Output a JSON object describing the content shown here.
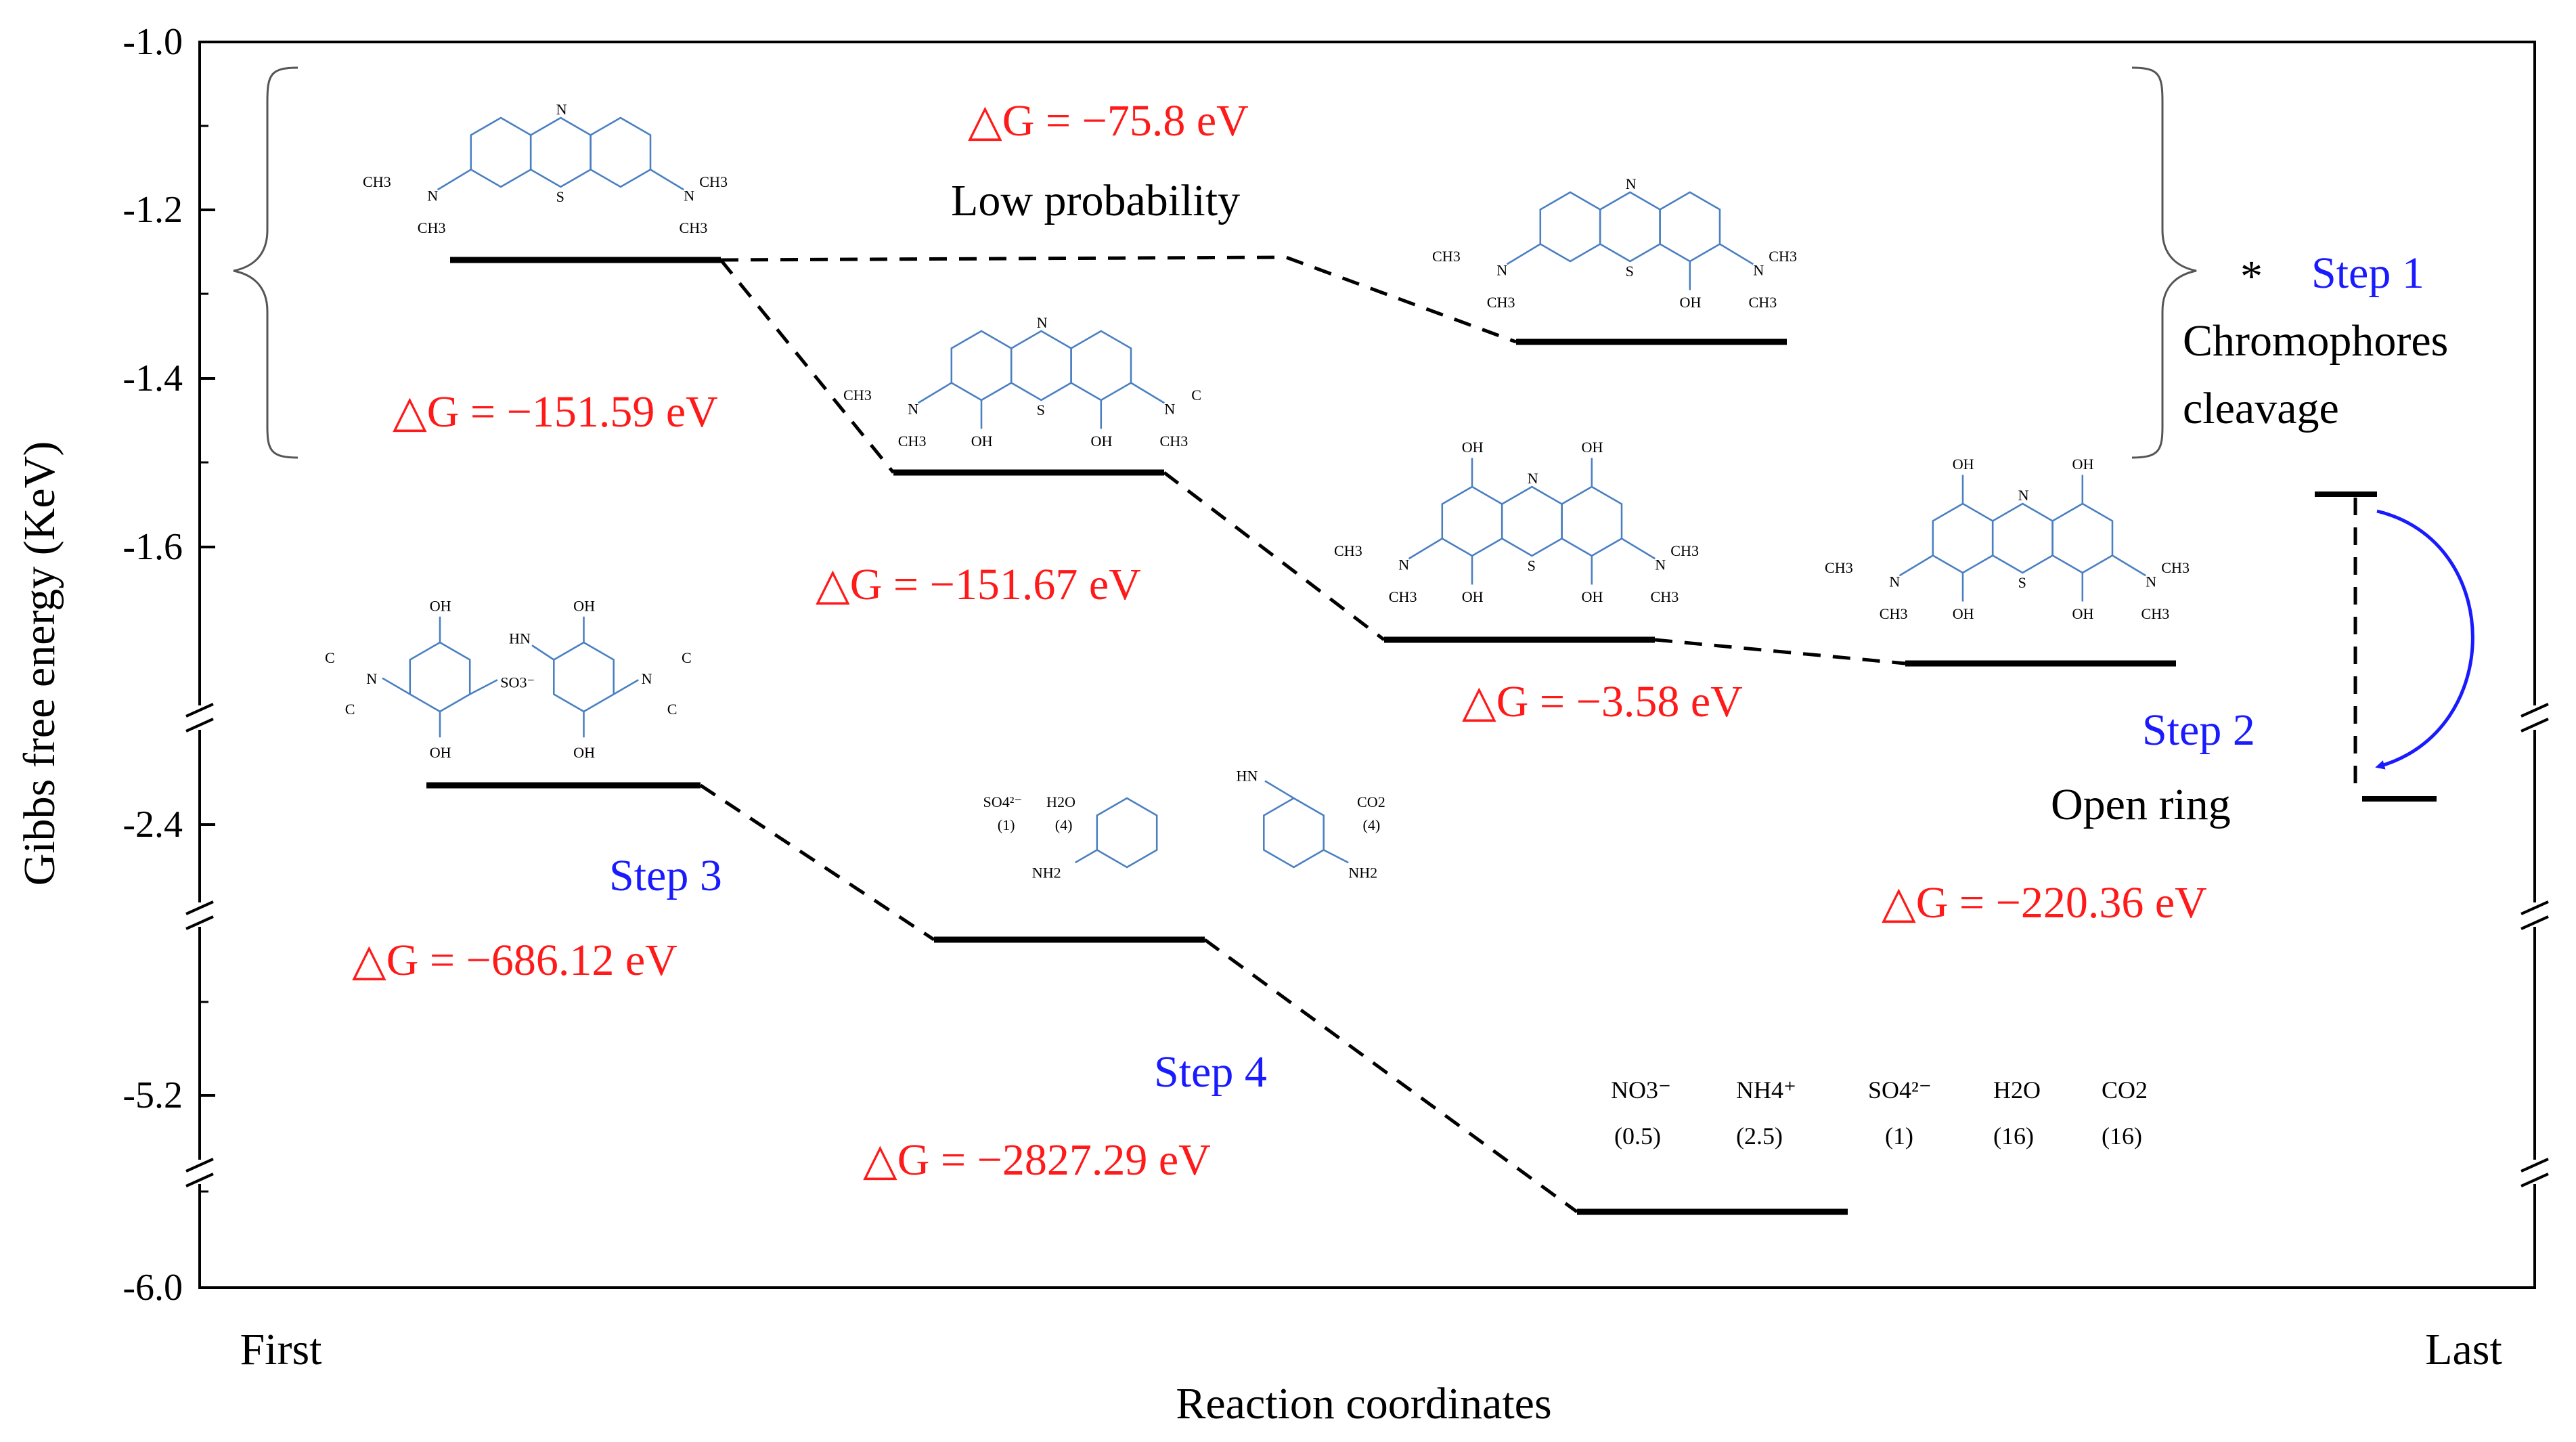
{
  "chart_data": {
    "type": "line",
    "ylabel": "Gibbs free energy (KeV)",
    "xlabel": "Reaction coordinates",
    "x_ticks": [
      "First",
      "Last"
    ],
    "y_ticks": [
      "-1.0",
      "-1.2",
      "-1.4",
      "-1.6",
      "-2.4",
      "-5.2",
      "-6.0"
    ],
    "y_axis_breaks": true,
    "levels": [
      {
        "id": "MB",
        "energy": -1.26,
        "segment": 1
      },
      {
        "id": "MB-OH2",
        "energy": -1.51,
        "segment": 1
      },
      {
        "id": "MB-OH1",
        "energy": -1.36,
        "segment": 1
      },
      {
        "id": "MB-OH4",
        "energy": -1.71,
        "segment": 1
      },
      {
        "id": "MB-OH4-H",
        "energy": -1.74,
        "segment": 1
      },
      {
        "id": "step2-top",
        "energy": -1.54,
        "segment": 1
      },
      {
        "id": "step2-bottom",
        "energy": -2.36,
        "segment": 2
      },
      {
        "id": "open-ring",
        "energy": -2.34,
        "segment": 2
      },
      {
        "id": "small-molecules",
        "energy": -4.9,
        "segment": 3
      },
      {
        "id": "final",
        "energy": -5.9,
        "segment": 4
      }
    ],
    "annotations": {
      "dg_low": "△G = −75.8 eV",
      "low_prob": "Low probability",
      "dg_1": "△G = −151.59 eV",
      "dg_2": "△G = −151.67 eV",
      "dg_3": "△G = −3.58 eV",
      "dg_step2": "△G = −220.36 eV",
      "dg_step3": "△G = −686.12 eV",
      "dg_step4": "△G = −2827.29 eV",
      "star": "*",
      "step1": "Step 1",
      "chromophores": "Chromophores",
      "cleavage": "cleavage",
      "step2": "Step 2",
      "open_ring": "Open ring",
      "step3": "Step 3",
      "step4": "Step 4"
    },
    "colors": {
      "red": "#ff1a1a",
      "blue": "#1a1aff",
      "molecule": "#4a7fc1"
    },
    "molecule_labels": {
      "ch3": "CH3",
      "n": "N",
      "s": "S",
      "oh": "OH",
      "c": "C",
      "hn": "HN",
      "so3": "SO3⁻",
      "nh2": "NH2",
      "products_mid": [
        "SO4²⁻",
        "(1)",
        "H2O",
        "(4)",
        "CO2",
        "(4)"
      ],
      "final_products": [
        {
          "name": "NO3⁻",
          "amount": "(0.5)"
        },
        {
          "name": "NH4⁺",
          "amount": "(2.5)"
        },
        {
          "name": "SO4²⁻",
          "amount": "(1)"
        },
        {
          "name": "H2O",
          "amount": "(16)"
        },
        {
          "name": "CO2",
          "amount": "(16)"
        }
      ]
    }
  }
}
